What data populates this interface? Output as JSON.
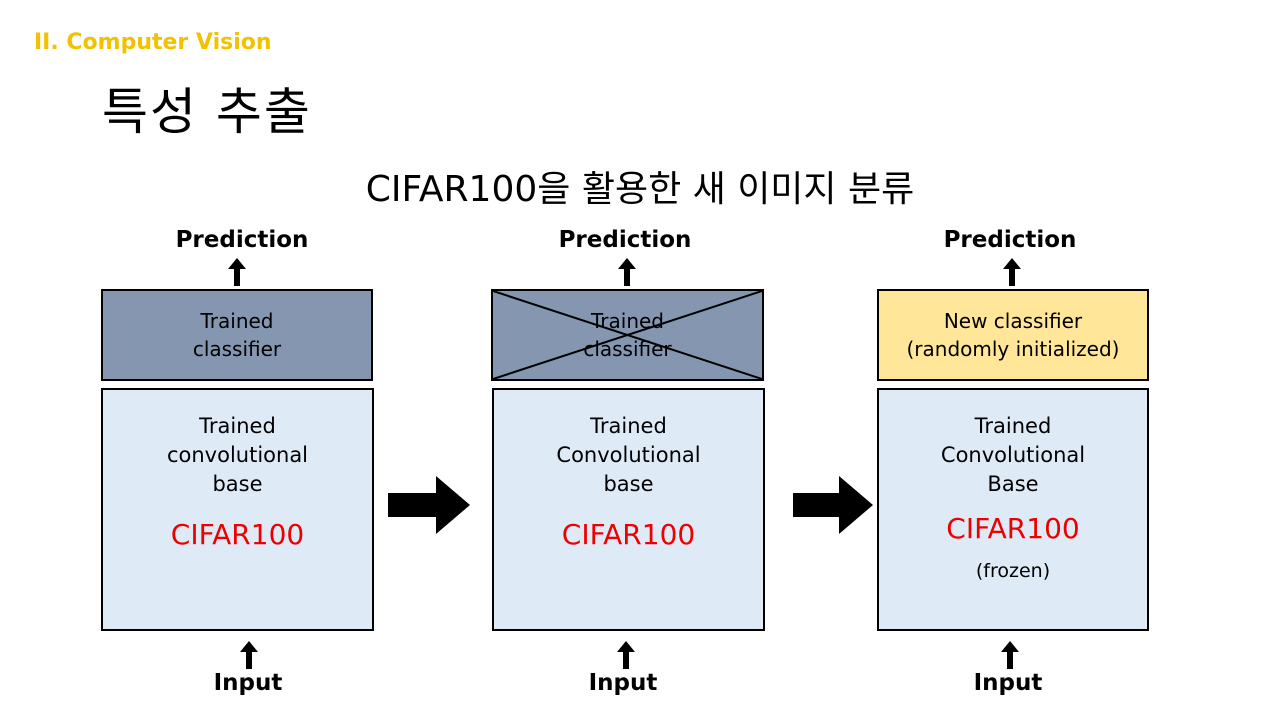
{
  "section_label": "II. Computer Vision",
  "slide_title": "특성 추출",
  "subtitle": "CIFAR100을 활용한 새 이미지 분류",
  "columns": [
    {
      "prediction": "Prediction",
      "classifier": "Trained\nclassifier",
      "base": "Trained\nconvolutional\nbase",
      "dataset": "CIFAR100",
      "input": "Input"
    },
    {
      "prediction": "Prediction",
      "classifier": "Trained\nclassifier",
      "base": "Trained\nConvolutional\nbase",
      "dataset": "CIFAR100",
      "input": "Input"
    },
    {
      "prediction": "Prediction",
      "classifier": "New classifier\n(randomly initialized)",
      "base": "Trained\nConvolutional\nBase",
      "dataset": "CIFAR100",
      "note": "(frozen)",
      "input": "Input"
    }
  ],
  "colors": {
    "section_label": "#f2c200",
    "trained_classifier": "#8496b0",
    "new_classifier": "#ffe699",
    "conv_base": "#deebf7",
    "dataset_text": "#ee0000"
  }
}
